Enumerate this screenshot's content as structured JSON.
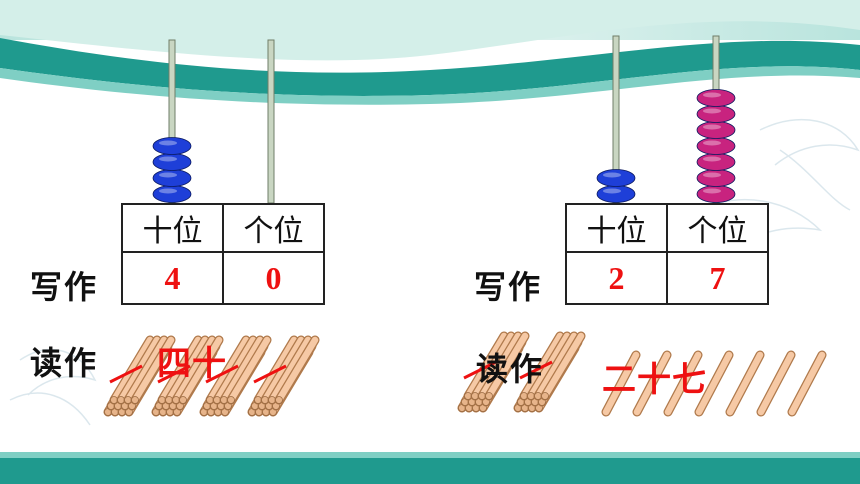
{
  "left": {
    "tens_beads": 4,
    "ones_beads": 0,
    "bead_color": "#1e3fd8",
    "column_headers": [
      "十位",
      "个位"
    ],
    "values": [
      "4",
      "0"
    ],
    "write_label": "写作",
    "read_label": "读作",
    "reading": "四十",
    "bundles_of_ten": 4,
    "single_sticks": 0
  },
  "right": {
    "tens_beads": 2,
    "ones_beads": 7,
    "tens_bead_color": "#1e3fd8",
    "ones_bead_color": "#c8237f",
    "column_headers": [
      "十位",
      "个位"
    ],
    "values": [
      "2",
      "7"
    ],
    "write_label": "写作",
    "read_label": "读作",
    "reading": "二十七",
    "bundles_of_ten": 2,
    "single_sticks": 7
  },
  "colors": {
    "banner_teal": "#1f9a8e",
    "answer_red": "#ee1111",
    "stick": "#f6c9a5"
  }
}
